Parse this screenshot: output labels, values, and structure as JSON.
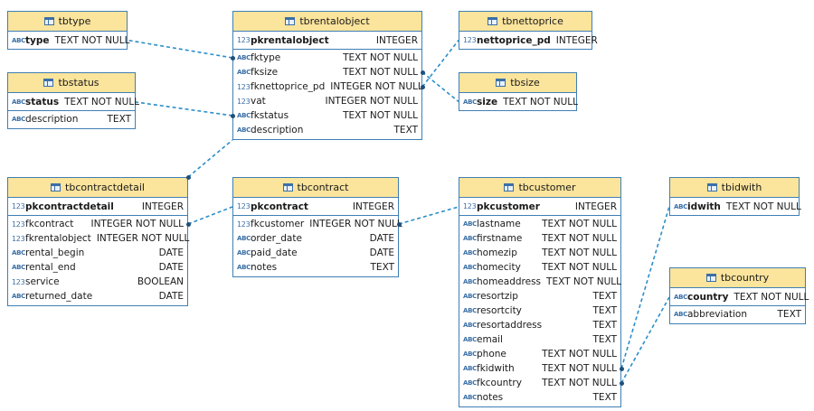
{
  "tables": {
    "tbtype": {
      "title": "tbtype",
      "pk": {
        "name": "type",
        "type": "TEXT NOT NULL",
        "icon": "abc"
      },
      "columns": []
    },
    "tbstatus": {
      "title": "tbstatus",
      "pk": {
        "name": "status",
        "type": "TEXT NOT NULL",
        "icon": "abc"
      },
      "columns": [
        {
          "name": "description",
          "type": "TEXT",
          "icon": "abc"
        }
      ]
    },
    "tbrentalobject": {
      "title": "tbrentalobject",
      "pk": {
        "name": "pkrentalobject",
        "type": "INTEGER",
        "icon": "123"
      },
      "columns": [
        {
          "name": "fktype",
          "type": "TEXT NOT NULL",
          "icon": "abc"
        },
        {
          "name": "fksize",
          "type": "TEXT NOT NULL",
          "icon": "abc"
        },
        {
          "name": "fknettoprice_pd",
          "type": "INTEGER NOT NULL",
          "icon": "123"
        },
        {
          "name": "vat",
          "type": "INTEGER NOT NULL",
          "icon": "123"
        },
        {
          "name": "fkstatus",
          "type": "TEXT NOT NULL",
          "icon": "abc"
        },
        {
          "name": "description",
          "type": "TEXT",
          "icon": "abc"
        }
      ]
    },
    "tbnettoprice": {
      "title": "tbnettoprice",
      "pk": {
        "name": "nettoprice_pd",
        "type": "INTEGER",
        "icon": "123"
      },
      "columns": []
    },
    "tbsize": {
      "title": "tbsize",
      "pk": {
        "name": "size",
        "type": "TEXT NOT NULL",
        "icon": "abc"
      },
      "columns": []
    },
    "tbcontractdetail": {
      "title": "tbcontractdetail",
      "pk": {
        "name": "pkcontractdetail",
        "type": "INTEGER",
        "icon": "123"
      },
      "columns": [
        {
          "name": "fkcontract",
          "type": "INTEGER NOT NULL",
          "icon": "123"
        },
        {
          "name": "fkrentalobject",
          "type": "INTEGER NOT NULL",
          "icon": "123"
        },
        {
          "name": "rental_begin",
          "type": "DATE",
          "icon": "abc"
        },
        {
          "name": "rental_end",
          "type": "DATE",
          "icon": "abc"
        },
        {
          "name": "service",
          "type": "BOOLEAN",
          "icon": "123"
        },
        {
          "name": "returned_date",
          "type": "DATE",
          "icon": "abc"
        }
      ]
    },
    "tbcontract": {
      "title": "tbcontract",
      "pk": {
        "name": "pkcontract",
        "type": "INTEGER",
        "icon": "123"
      },
      "columns": [
        {
          "name": "fkcustomer",
          "type": "INTEGER NOT NULL",
          "icon": "123"
        },
        {
          "name": "order_date",
          "type": "DATE",
          "icon": "abc"
        },
        {
          "name": "paid_date",
          "type": "DATE",
          "icon": "abc"
        },
        {
          "name": "notes",
          "type": "TEXT",
          "icon": "abc"
        }
      ]
    },
    "tbcustomer": {
      "title": "tbcustomer",
      "pk": {
        "name": "pkcustomer",
        "type": "INTEGER",
        "icon": "123"
      },
      "columns": [
        {
          "name": "lastname",
          "type": "TEXT NOT NULL",
          "icon": "abc"
        },
        {
          "name": "firstname",
          "type": "TEXT NOT NULL",
          "icon": "abc"
        },
        {
          "name": "homezip",
          "type": "TEXT NOT NULL",
          "icon": "abc"
        },
        {
          "name": "homecity",
          "type": "TEXT NOT NULL",
          "icon": "abc"
        },
        {
          "name": "homeaddress",
          "type": "TEXT NOT NULL",
          "icon": "abc"
        },
        {
          "name": "resortzip",
          "type": "TEXT",
          "icon": "abc"
        },
        {
          "name": "resortcity",
          "type": "TEXT",
          "icon": "abc"
        },
        {
          "name": "resortaddress",
          "type": "TEXT",
          "icon": "abc"
        },
        {
          "name": "email",
          "type": "TEXT",
          "icon": "abc"
        },
        {
          "name": "phone",
          "type": "TEXT NOT NULL",
          "icon": "abc"
        },
        {
          "name": "fkidwith",
          "type": "TEXT NOT NULL",
          "icon": "abc"
        },
        {
          "name": "fkcountry",
          "type": "TEXT NOT NULL",
          "icon": "abc"
        },
        {
          "name": "notes",
          "type": "TEXT",
          "icon": "abc"
        }
      ]
    },
    "tbidwith": {
      "title": "tbidwith",
      "pk": {
        "name": "idwith",
        "type": "TEXT NOT NULL",
        "icon": "abc"
      },
      "columns": []
    },
    "tbcountry": {
      "title": "tbcountry",
      "pk": {
        "name": "country",
        "type": "TEXT NOT NULL",
        "icon": "abc"
      },
      "columns": [
        {
          "name": "abbreviation",
          "type": "TEXT",
          "icon": "abc"
        }
      ]
    }
  },
  "relations": [
    {
      "from": "tbrentalobject.fktype",
      "to": "tbtype.type"
    },
    {
      "from": "tbrentalobject.fkstatus",
      "to": "tbstatus.status"
    },
    {
      "from": "tbrentalobject.fknettoprice_pd",
      "to": "tbnettoprice.nettoprice_pd"
    },
    {
      "from": "tbrentalobject.fksize",
      "to": "tbsize.size"
    },
    {
      "from": "tbcontractdetail.fkrentalobject",
      "to": "tbrentalobject.pkrentalobject"
    },
    {
      "from": "tbcontractdetail.fkcontract",
      "to": "tbcontract.pkcontract"
    },
    {
      "from": "tbcontract.fkcustomer",
      "to": "tbcustomer.pkcustomer"
    },
    {
      "from": "tbcustomer.fkidwith",
      "to": "tbidwith.idwith"
    },
    {
      "from": "tbcustomer.fkcountry",
      "to": "tbcountry.country"
    }
  ],
  "colors": {
    "header": "#fbe49c",
    "border": "#3f7fb4",
    "link": "#2b8ec9",
    "endpoint": "#1f4f7a"
  }
}
